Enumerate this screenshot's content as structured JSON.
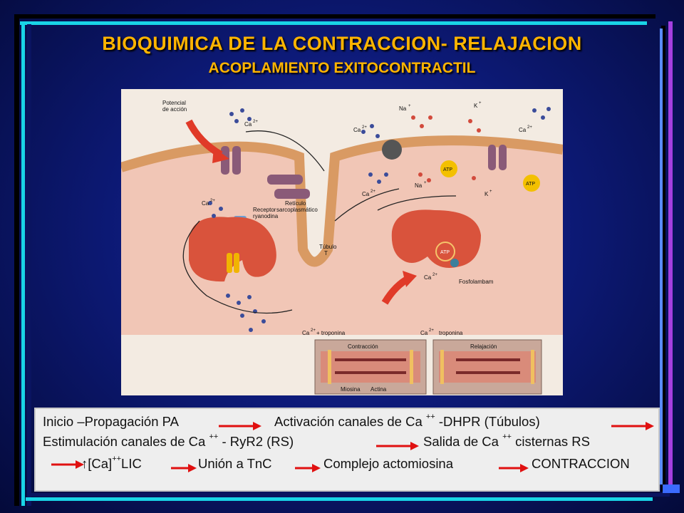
{
  "slide": {
    "title": "BIOQUIMICA DE LA CONTRACCION- RELAJACION",
    "subtitle": "ACOPLAMIENTO EXITOCONTRACTIL"
  },
  "figure": {
    "labels": {
      "potencial": [
        "Potencial",
        "de acción"
      ],
      "ca": "Ca",
      "charge2": "2+",
      "na": "Na",
      "k": "K",
      "plus": "+",
      "receptor": [
        "Receptor",
        "ryanodina"
      ],
      "reticulo": [
        "Retículo",
        "sarcoplasmático"
      ],
      "tubulo": [
        "Túbulo",
        "T"
      ],
      "atp": "ATP",
      "fosfolambam": "Fosfolambam",
      "troponina_left": "+ troponina",
      "troponina_right": "troponina",
      "contraccion": "Contracción",
      "relajacion": "Relajación",
      "miosina": "Miosina",
      "actina": "Actina"
    }
  },
  "text_box": {
    "line1": {
      "a": "Inicio –Propagación PA",
      "b": "Activación canales de Ca",
      "b_sup": "++",
      "c": "-DHPR (Túbulos)"
    },
    "line2": {
      "a": "Estimulación canales de Ca",
      "a_sup": "++",
      "b": "- RyR2 (RS)",
      "c": "Salida de Ca",
      "c_sup": "++",
      "d": "cisternas RS"
    },
    "line3": {
      "up": "↑",
      "a": "[Ca]",
      "a_sup": "++",
      "a2": "LIC",
      "b": "Unión a TnC",
      "c": "Complejo actomiosina",
      "d": "CONTRACCION"
    }
  },
  "colors": {
    "title": "#ffb400",
    "arrow": "#e01010",
    "background": "#0d1a78"
  }
}
